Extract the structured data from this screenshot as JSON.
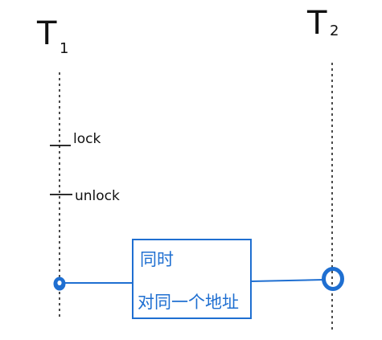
{
  "threads": [
    {
      "id": "t1",
      "label": "T",
      "subscript": "1"
    },
    {
      "id": "t2",
      "label": "T",
      "subscript": "2"
    }
  ],
  "t1_events": {
    "lock_label": "lock",
    "unlock_label": "unlock"
  },
  "sync_box": {
    "line1": "同时",
    "line2": "对同一个地址"
  },
  "colors": {
    "ink": "#111111",
    "accent": "#1f6fd1"
  }
}
